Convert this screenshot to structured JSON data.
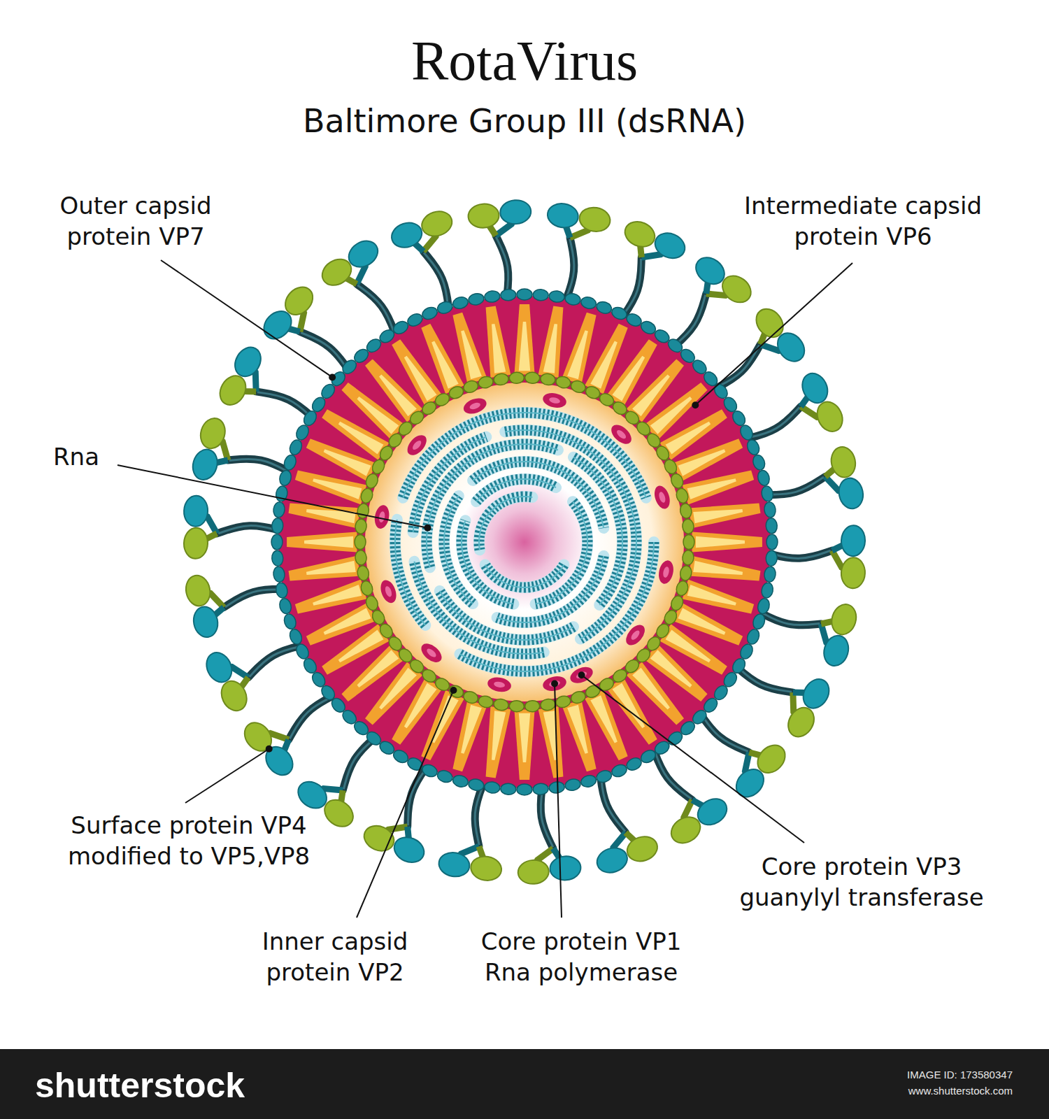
{
  "diagram": {
    "title": "RotaVirus",
    "labels": [
      "Baltimore Group III (dsRNA)",
      "Outer capsid protein VP7",
      "Intermediate capsid protein VP6",
      "Rna",
      "Surface protein VP4 modified to VP5,VP8",
      "Inner capsid protein VP2",
      "Core protein VP1 Rna polymerase",
      "Core protein VP3 guanylyl transferase",
      "shutterstock",
      "IMAGE ID: 173580347",
      "www.shutterstock.com"
    ]
  }
}
